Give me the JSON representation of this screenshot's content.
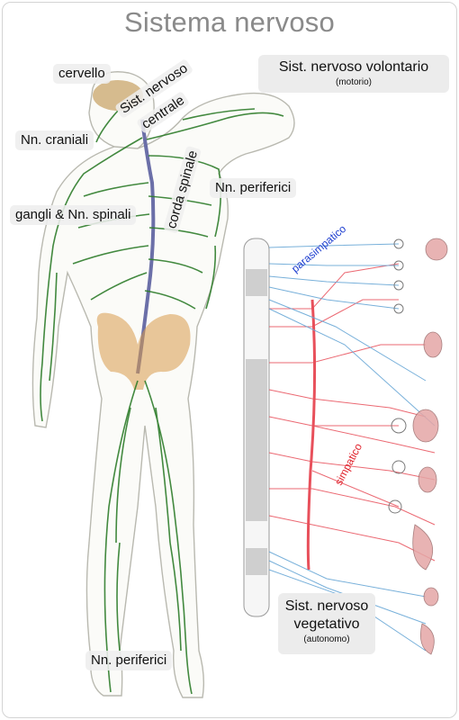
{
  "title": "Sistema nervoso",
  "labels": {
    "cervello": "cervello",
    "sist_nervoso": "Sist. nervoso",
    "centrale": "centrale",
    "nn_craniali": "Nn. craniali",
    "corda_spinale": "corda spinale",
    "gangli_spinali": "gangli & Nn. spinali",
    "nn_periferici_top": "Nn. periferici",
    "nn_periferici_bottom": "Nn. periferici",
    "parasimpatico": "parasimpatico",
    "simpatico": "simpatico"
  },
  "voluntary": {
    "title": "Sist. nervoso volontario",
    "subtitle": "(motorio)"
  },
  "vegetative": {
    "line1": "Sist. nervoso",
    "line2": "vegetativo",
    "subtitle": "(autonomo)"
  },
  "colors": {
    "nerve_green": "#2f7d2b",
    "spine": "#6b6fa8",
    "pelvis": "#d99a4a",
    "brain": "#c9a56b",
    "sympathetic": "#e8505b",
    "parasympathetic": "#6aa8d6",
    "parasympathetic_label": "#1f3fd0",
    "sympathetic_label": "#e0202a"
  }
}
